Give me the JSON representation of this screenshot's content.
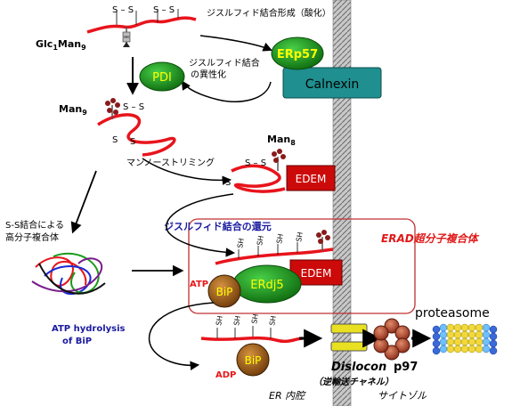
{
  "labels": {
    "disulfide_formation": "ジスルフィド結合形成（酸化）",
    "glc1man9_a": "Glc",
    "glc1man9_b": "1",
    "glc1man9_c": "Man",
    "glc1man9_d": "9",
    "erp57": "ERp57",
    "calnexin": "Calnexin",
    "pdi": "PDI",
    "isomerization_line1": "ジスルフィド結合",
    "isomerization_line2": "の異性化",
    "man9_a": "Man",
    "man9_b": "9",
    "man8_a": "Man",
    "man8_b": "8",
    "mannose_trimming": "マンノーストリミング",
    "edem_top": "EDEM",
    "ss_aggregate_line1": "S-S結合による",
    "ss_aggregate_line2": "高分子複合体",
    "disulfide_reduction": "ジスルフィド結合の還元",
    "erad_complex": "ERAD超分子複合体",
    "edem_mid": "EDEM",
    "erdj5": "ERdj5",
    "atp": "ATP",
    "bip_upper": "BiP",
    "atp_hydrolysis_line1": "ATP hydrolysis",
    "atp_hydrolysis_line2": "of BiP",
    "bip_lower": "BiP",
    "adp": "ADP",
    "proteasome": "proteasome",
    "dislocon": "Dislocon",
    "retro_channel": "（逆輸送チャネル）",
    "p97": "p97",
    "er_lumen": "ER 内腔",
    "cytosol": "サイトゾル",
    "ss": "S – S",
    "s_prime": "S",
    "sh": "SH"
  },
  "colors": {
    "chain": "#e8141c",
    "erp57_fill": "#1f8a1f",
    "erp57_text": "#ffff00",
    "calnexin_fill": "#1f8f8f",
    "pdi_fill": "#2ab52a",
    "edem_fill": "#cc0a0a",
    "erdj5_fill": "#1fa81f",
    "bip_fill": "#9a5a12",
    "erad_box": "#c03030",
    "erad_text": "#e01818",
    "reduction_text": "#1a1aa0",
    "atp_text": "#e81818",
    "hydrolysis_text": "#1a1aa0",
    "membrane": "#b5b5b5"
  }
}
